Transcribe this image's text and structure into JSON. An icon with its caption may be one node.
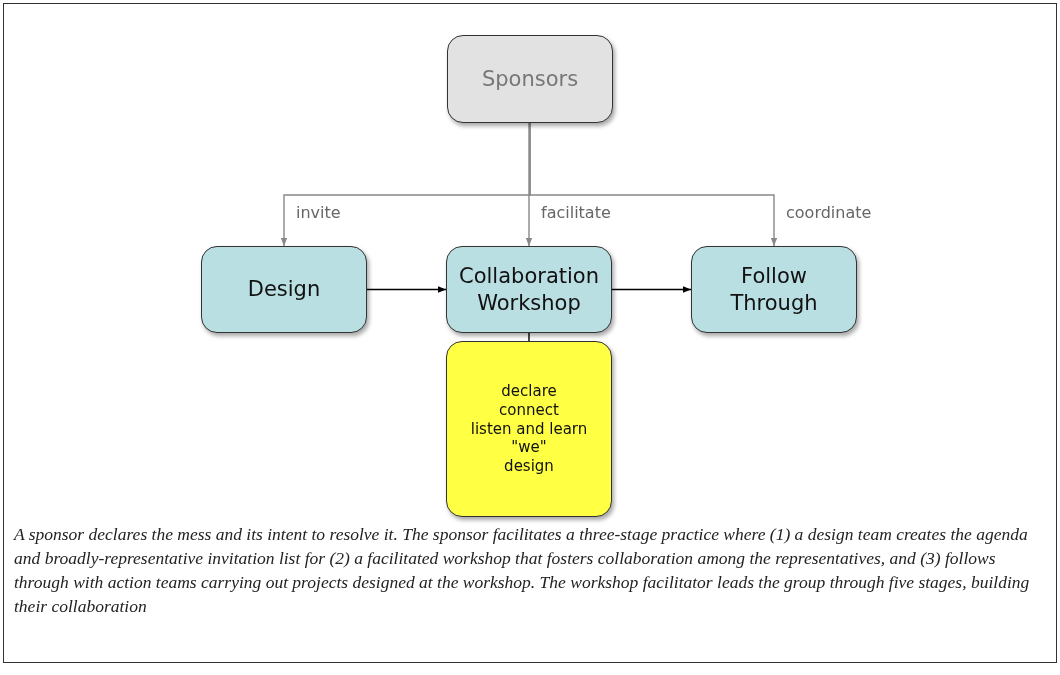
{
  "diagram": {
    "caption": "A sponsor declares the mess and its intent to resolve it. The sponsor facilitates a three-stage practice where (1) a design team creates the agenda and broadly-representative invitation list for (2) a facilitated workshop that fosters collaboration among the representatives, and (3) follows through with action teams carrying out projects designed at the workshop. The workshop facilitator leads the group through five stages, building their collaboration",
    "nodes": [
      {
        "text": [
          "Sponsors"
        ]
      },
      {
        "text": [
          "Design"
        ]
      },
      {
        "text": [
          "Collaboration Workshop"
        ]
      },
      {
        "text": [
          "Follow Through"
        ]
      },
      {
        "text": [
          "declare",
          "connect",
          "listen and learn",
          "\"we\"",
          "design"
        ]
      }
    ],
    "edges": [
      {
        "from": 0,
        "to": 1,
        "arrow": "to",
        "label": "invite",
        "color": "#888888"
      },
      {
        "from": 0,
        "to": 2,
        "arrow": "to",
        "label": "facilitate",
        "color": "#888888"
      },
      {
        "from": 0,
        "to": 3,
        "arrow": "to",
        "label": "coordinate",
        "color": "#888888"
      },
      {
        "from": 1,
        "to": 2,
        "arrow": "to",
        "color": "#000000"
      },
      {
        "from": 2,
        "to": 3,
        "arrow": "to",
        "color": "#000000"
      },
      {
        "from": 2,
        "to": 4,
        "arrow": "none",
        "color": "#000000"
      }
    ]
  }
}
